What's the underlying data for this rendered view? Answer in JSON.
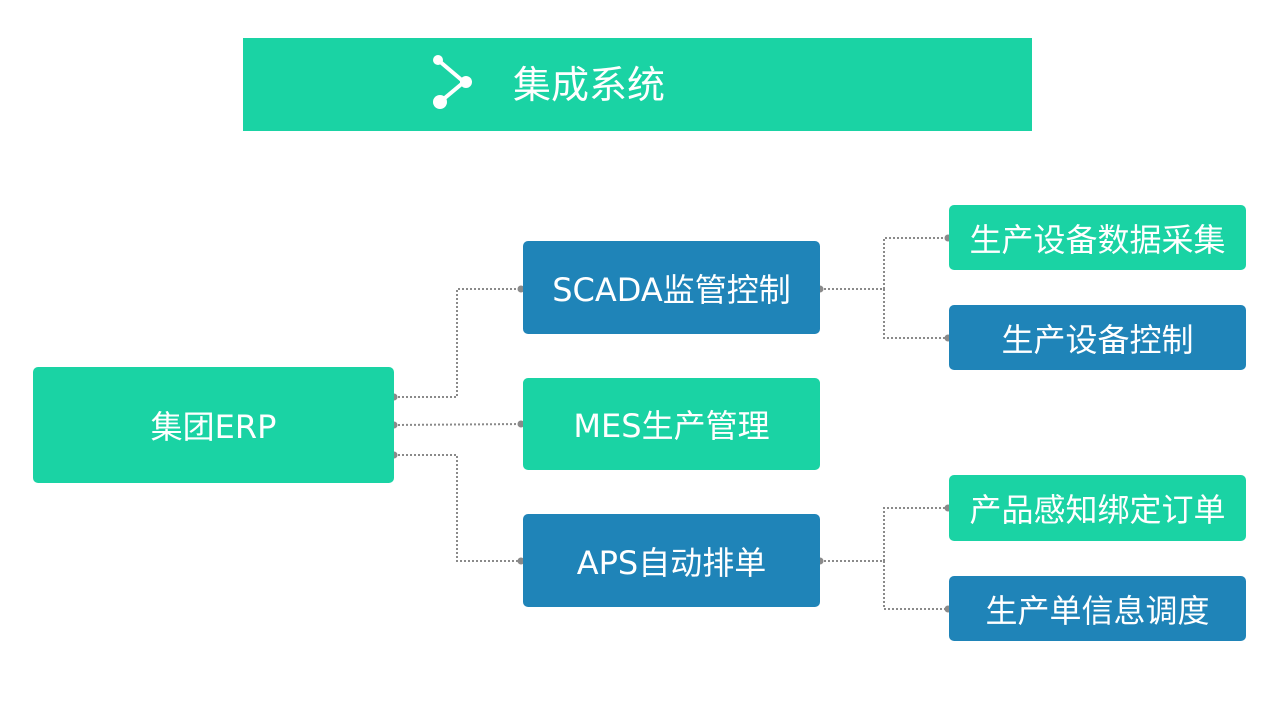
{
  "header": {
    "title": "集成系统",
    "icon": "share-network-icon"
  },
  "colors": {
    "green": "#1ad3a4",
    "blue": "#1f84b8",
    "connector": "#888888"
  },
  "nodes": {
    "erp": "集团ERP",
    "scada": "SCADA监管控制",
    "mes": "MES生产管理",
    "aps": "APS自动排单",
    "scada_children": [
      "生产设备数据采集",
      "生产设备控制"
    ],
    "aps_children": [
      "产品感知绑定订单",
      "生产单信息调度"
    ]
  }
}
